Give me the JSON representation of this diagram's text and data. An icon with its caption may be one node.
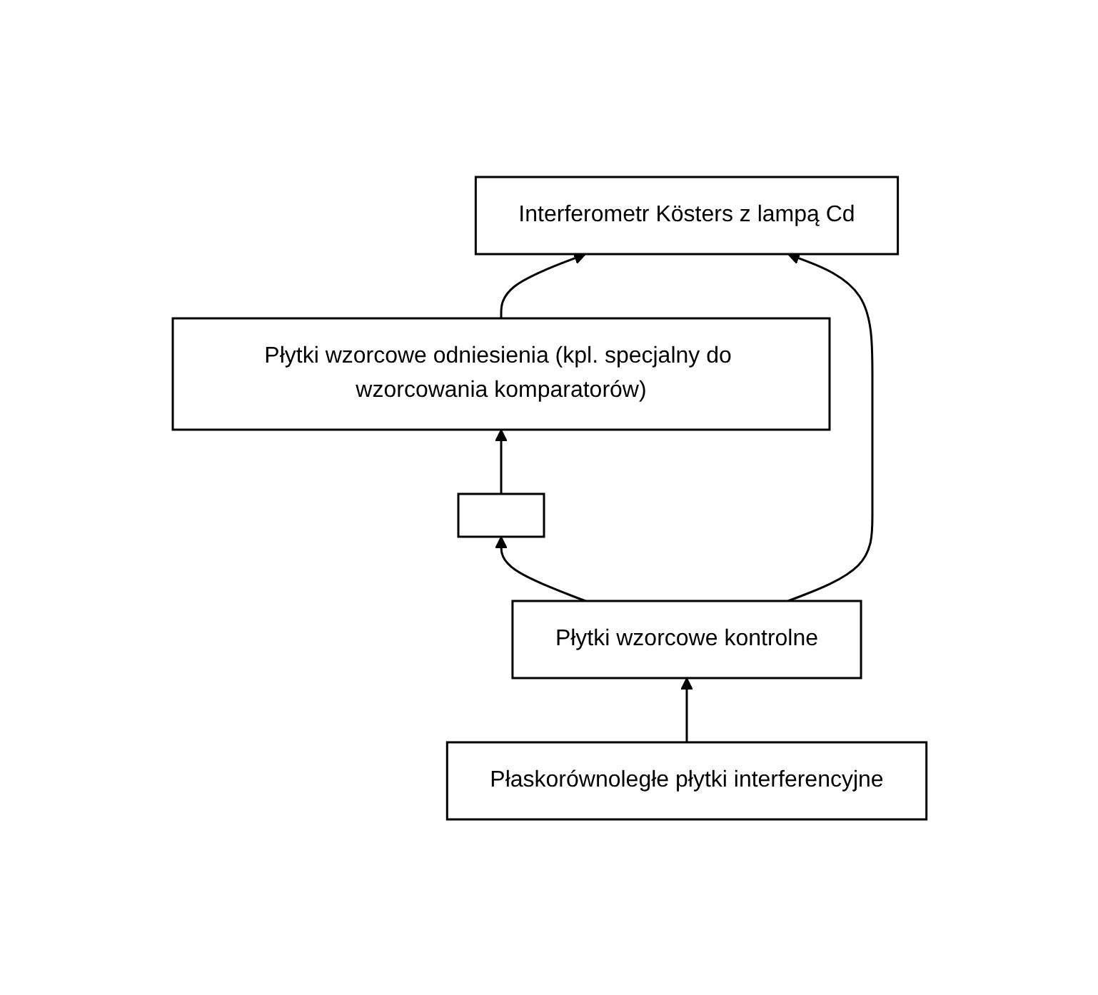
{
  "diagram": {
    "nodes": [
      {
        "text": [
          "Interferometr Kösters z lampą Cd"
        ]
      },
      {
        "text": [
          "Płytki wzorcowe odniesienia (kpl. specjalny do wzorcowania komparatorów)"
        ]
      },
      {
        "text": [],
        "shape": "box"
      },
      {
        "text": [
          "Płytki wzorcowe kontrolne"
        ]
      },
      {
        "text": [
          "Płaskorównoległe płytki interferencyjne"
        ]
      }
    ],
    "edges": [
      {
        "from": 1,
        "to": 0,
        "arrow": "to"
      },
      {
        "from": 2,
        "to": 1,
        "arrow": "to"
      },
      {
        "from": 3,
        "to": 2,
        "arrow": "to"
      },
      {
        "from": 4,
        "to": 3,
        "arrow": "to"
      },
      {
        "from": 3,
        "to": 0,
        "arrow": "to"
      }
    ]
  }
}
